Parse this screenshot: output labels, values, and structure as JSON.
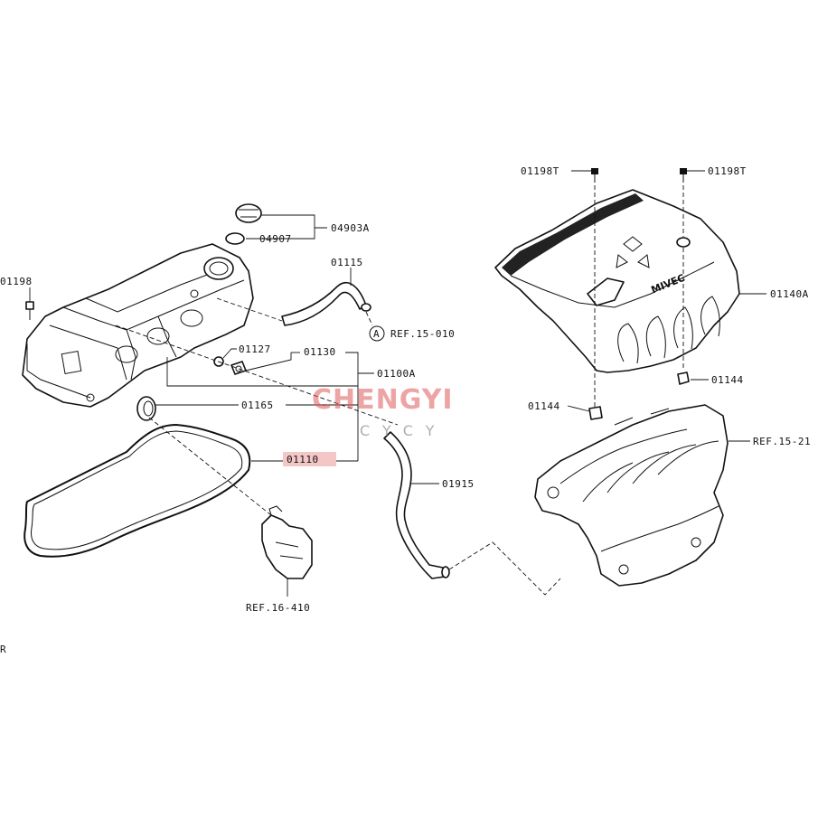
{
  "labels": {
    "l01198": "01198",
    "l04903A": "04903A",
    "l04907": "04907",
    "l01115": "01115",
    "refA": "A",
    "ref15010": "REF.15-010",
    "l01127": "01127",
    "l01130": "01130",
    "l01100A": "01100A",
    "l01165": "01165",
    "l01110": "01110",
    "l01915": "01915",
    "ref16410": "REF.16-410",
    "r": "R",
    "l01198T_left": "01198T",
    "l01198T_right": "01198T",
    "l01140A": "01140A",
    "l01144_right": "01144",
    "l01144_left": "01144",
    "ref1521": "REF.15-21"
  },
  "watermark": {
    "main": "CHENGYI",
    "sub": "CYCY",
    "color": "#e05a5a"
  },
  "highlight": {
    "part": "01110",
    "color": "#f5c6c6"
  }
}
